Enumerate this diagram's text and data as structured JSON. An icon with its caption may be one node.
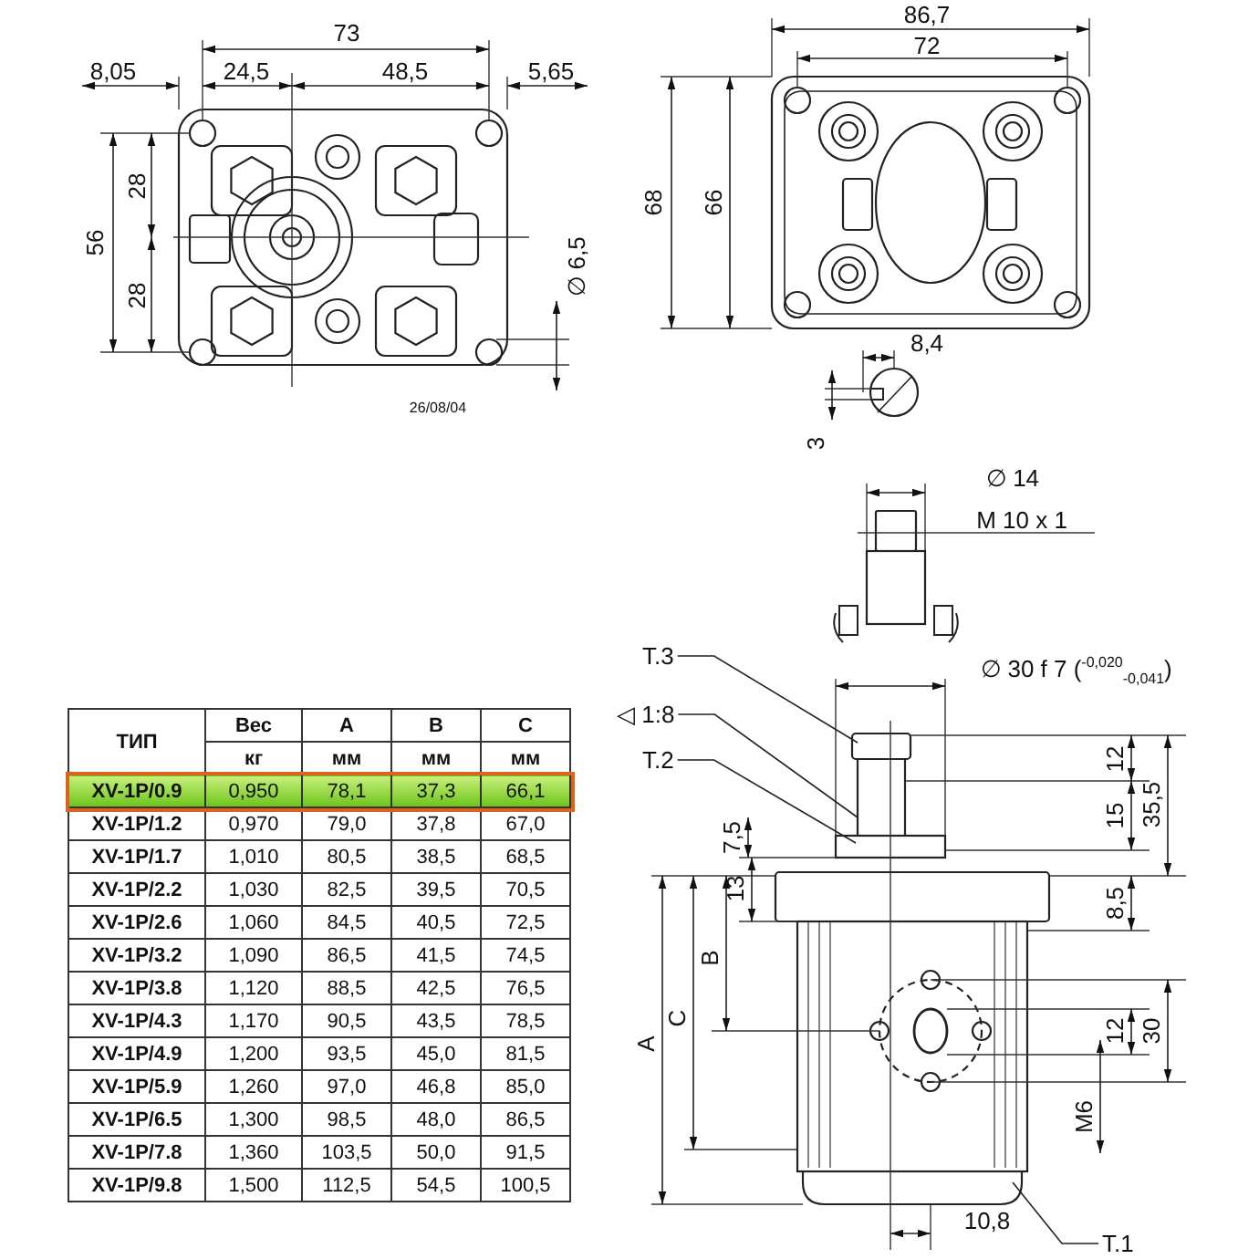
{
  "diagram": {
    "nodes": [
      {
        "text": [
          "T.3"
        ]
      },
      {
        "text": [
          "◁ 1:8"
        ]
      },
      {
        "text": [
          "T.2"
        ]
      },
      {
        "text": [
          "T.1"
        ]
      }
    ],
    "edges": [
      {
        "from": 0,
        "to": null,
        "arrow": "none"
      },
      {
        "from": 1,
        "to": null,
        "arrow": "none"
      },
      {
        "from": 2,
        "to": null,
        "arrow": "none"
      },
      {
        "from": 3,
        "to": null,
        "arrow": "none"
      }
    ],
    "labels": [
      "73",
      "8,05",
      "24,5",
      "48,5",
      "5,65",
      "28",
      "56",
      "28",
      "∅ 6,5",
      "26/08/04",
      "86,7",
      "72",
      "68",
      "66",
      "8,4",
      "3",
      "∅ 14",
      "M 10 x 1",
      "∅ 30 f 7 ($^{-0,020}$$_{-0,041}$)",
      "12",
      "35,5",
      "15",
      "7,5",
      "8,5",
      "13",
      "B",
      "C",
      "A",
      "12",
      "30",
      "M6",
      "10,8",
      "ТИП",
      "Вес",
      "A",
      "B",
      "C",
      "кг",
      "мм",
      "мм",
      "мм",
      "XV-1P/0.9",
      "0,950",
      "78,1",
      "37,3",
      "66,1",
      "XV-1P/1.2",
      "0,970",
      "79,0",
      "37,8",
      "67,0",
      "XV-1P/1.7",
      "1,010",
      "80,5",
      "38,5",
      "68,5",
      "XV-1P/2.2",
      "1,030",
      "82,5",
      "39,5",
      "70,5",
      "XV-1P/2.6",
      "1,060",
      "84,5",
      "40,5",
      "72,5",
      "XV-1P/3.2",
      "1,090",
      "86,5",
      "41,5",
      "74,5",
      "XV-1P/3.8",
      "1,120",
      "88,5",
      "42,5",
      "76,5",
      "XV-1P/4.3",
      "1,170",
      "90,5",
      "43,5",
      "78,5",
      "XV-1P/4.9",
      "1,200",
      "93,5",
      "45,0",
      "81,5",
      "XV-1P/5.9",
      "1,260",
      "97,0",
      "46,8",
      "85,0",
      "XV-1P/6.5",
      "1,300",
      "98,5",
      "48,0",
      "86,5",
      "XV-1P/7.8",
      "1,360",
      "103,5",
      "50,0",
      "91,5",
      "XV-1P/9.8",
      "1,500",
      "112,5",
      "54,5",
      "100,5"
    ]
  }
}
